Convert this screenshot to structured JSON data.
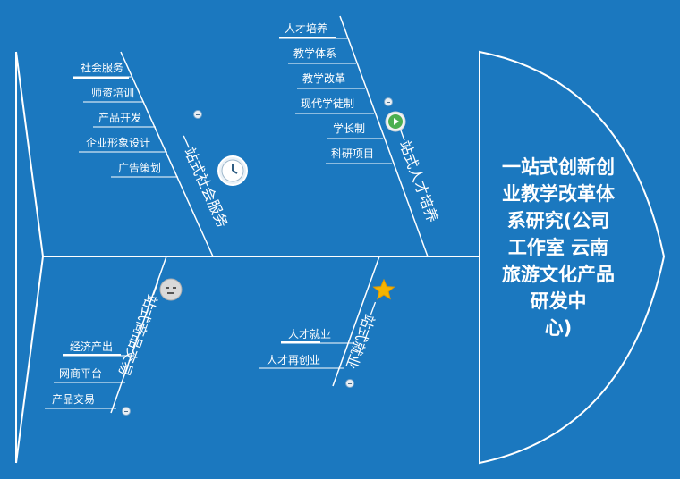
{
  "diagram": {
    "head": "一站式创新创\n业教学改革体\n系研究(公司\n工作室  云南\n旅游文化产品\n研发中\n心)",
    "branches": {
      "talent": {
        "label": "一站式人才培养",
        "icon": "play-icon",
        "items": [
          "人才培养",
          "教学体系",
          "教学改革",
          "现代学徒制",
          "学长制",
          "科研项目"
        ]
      },
      "social": {
        "label": "一站式社会服务",
        "icon": "clock-icon",
        "items": [
          "社会服务",
          "师资培训",
          "产品开发",
          "企业形象设计",
          "广告策划"
        ]
      },
      "commerce": {
        "label": "一站式商品交易",
        "icon": "sleepy-face-icon",
        "items": [
          "经济产出",
          "网商平台",
          "产品交易"
        ]
      },
      "employment": {
        "label": "一站式就业",
        "icon": "star-icon",
        "items": [
          "人才就业",
          "人才再创业"
        ]
      }
    }
  },
  "colors": {
    "background": "#1b78bf",
    "line": "#ffffff",
    "star": "#f4b400",
    "play": "#4caf50"
  }
}
